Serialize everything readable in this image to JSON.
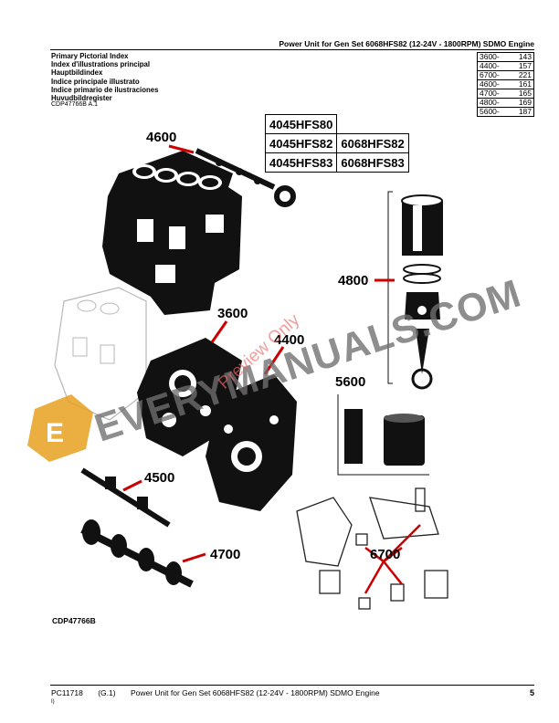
{
  "header": {
    "title": "Power Unit for Gen Set 6068HFS82 (12-24V - 1800RPM) SDMO Engine"
  },
  "index_titles": [
    "Primary Pictorial Index",
    "Index d'illustrations principal",
    "Hauptbildindex",
    "Indice principale illustrato",
    "Indice primario de ilustraciones",
    "Huvudbildregister"
  ],
  "doc_code": "CDP47766B A.1",
  "section_refs": [
    {
      "section": "3600-",
      "page": "143"
    },
    {
      "section": "4400-",
      "page": "157"
    },
    {
      "section": "6700-",
      "page": "221"
    },
    {
      "section": "4600-",
      "page": "161"
    },
    {
      "section": "4700-",
      "page": "165"
    },
    {
      "section": "4800-",
      "page": "169"
    },
    {
      "section": "5600-",
      "page": "187"
    }
  ],
  "models": {
    "row1": [
      "4045HFS80"
    ],
    "row2": [
      "4045HFS82",
      "6068HFS82"
    ],
    "row3": [
      "4045HFS83",
      "6068HFS83"
    ]
  },
  "callouts": {
    "c4600": "4600",
    "c4800": "4800",
    "c3600": "3600",
    "c4400": "4400",
    "c5600": "5600",
    "c4500": "4500",
    "c4700": "4700",
    "c6700": "6700"
  },
  "figure_code": "CDP47766B",
  "watermark": {
    "text": "EVERYMANUALS.COM",
    "letter": "E",
    "preview": "Preview Only"
  },
  "footer": {
    "doc": "PC11718",
    "rev": "(G.1)",
    "title": "Power Unit for Gen Set 6068HFS82 (12-24V - 1800RPM) SDMO Engine",
    "sub": "I)",
    "page": "5"
  },
  "colors": {
    "watermark_orange": "#e8a020",
    "watermark_gray": "#6f6f6f",
    "preview_red": "#e86a6a"
  }
}
